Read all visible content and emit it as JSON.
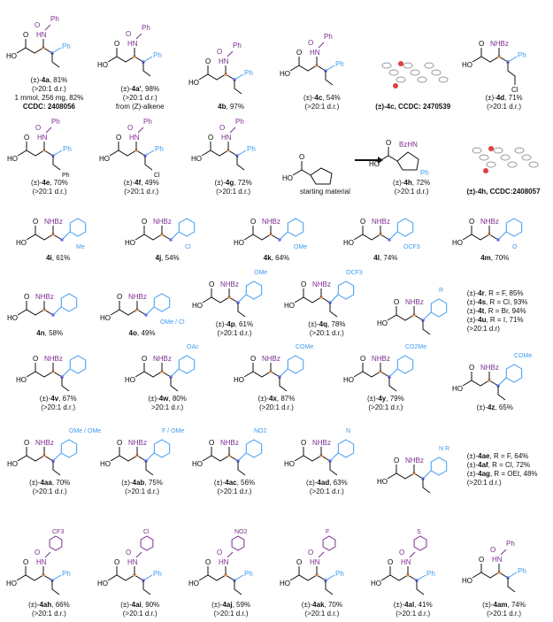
{
  "colors": {
    "acyl": "#7b2d8e",
    "aryl": "#3d9bf0",
    "bond": "#111111",
    "dot_n": "#f4a26b",
    "dot_c": "#7b68ee",
    "crystal": "#9a9a9a",
    "oxygen": "#e04040"
  },
  "atoms": {
    "ho": "HO",
    "o": "O",
    "nh": "HN",
    "nhbz": "NHBz",
    "ph": "Ph",
    "bzhn": "BzHN"
  },
  "rows": [
    [
      {
        "type": "amide",
        "acyl": "Ph",
        "arlabel": "Ph",
        "cap": [
          {
            "p": "(±)-",
            "b": "4a",
            "t": ", 81%"
          },
          {
            "t": "(>20:1 d.r.)"
          },
          {
            "t": "1 mmol, 256 mg, 82%"
          },
          {
            "b": "CCDC: 2408056"
          }
        ]
      },
      {
        "type": "amide",
        "acyl": "Ph",
        "arlabel": "Ph",
        "cap": [
          {
            "p": "(±)-",
            "b": "4a'",
            "t": ", 98%"
          },
          {
            "t": "(>20:1 d.r.)"
          },
          {
            "t": "from (Z)-alkene"
          }
        ]
      },
      {
        "type": "amide",
        "acyl": "Ph",
        "arlabel": "Ph",
        "cap": [
          {
            "b": "4b",
            "t": ", 97%"
          }
        ]
      },
      {
        "type": "amide",
        "acyl": "Ph",
        "arlabel": "Ph",
        "cap": [
          {
            "p": "(±)-",
            "b": "4c",
            "t": ", 54%"
          },
          {
            "t": "(>20:1 d.r.)"
          }
        ]
      },
      {
        "type": "crystal",
        "cap": [
          {
            "b": "(±)-4c, CCDC: 2470539"
          }
        ]
      },
      {
        "type": "nhbz",
        "arlabel": "Ph",
        "sub": "Cl",
        "cap": [
          {
            "p": "(±)-",
            "b": "4d",
            "t": ", 71%"
          },
          {
            "t": "(>20:1 d.r.)"
          }
        ]
      }
    ],
    [
      {
        "type": "amide",
        "acyl": "Ph",
        "arlabel": "Ph",
        "sub": "Ph",
        "cap": [
          {
            "p": "(±)-",
            "b": "4e",
            "t": ", 70%"
          },
          {
            "t": "(>20:1 d.r.)"
          }
        ]
      },
      {
        "type": "amide",
        "acyl": "Ph",
        "arlabel": "Ph",
        "sub": "Cl",
        "cap": [
          {
            "p": "(±)-",
            "b": "4f",
            "t": ", 49%"
          },
          {
            "t": "(>20:1 d.r.)"
          }
        ]
      },
      {
        "type": "amide",
        "acyl": "Ph",
        "arlabel": "Ph",
        "cap": [
          {
            "p": "(±)-",
            "b": "4g",
            "t": ", 72%"
          },
          {
            "t": "(>20:1 d.r.)"
          }
        ]
      },
      {
        "type": "sm",
        "cap": [
          {
            "t": "starting material"
          }
        ]
      },
      {
        "type": "cyclo",
        "arlabel": "Ph",
        "cap": [
          {
            "p": "(±)-",
            "b": "4h",
            "t": ", 72%"
          },
          {
            "t": "(>20:1 d.r.)"
          }
        ]
      },
      {
        "type": "crystal",
        "cap": [
          {
            "b": "(±)-4h, CCDC:2408057"
          }
        ]
      }
    ],
    [
      {
        "type": "nhbz",
        "sub": "Me",
        "cap": [
          {
            "b": "4i",
            "t": ", 61%"
          }
        ]
      },
      {
        "type": "nhbz",
        "sub": "Cl",
        "cap": [
          {
            "b": "4j",
            "t": ", 54%"
          }
        ]
      },
      {
        "type": "nhbz",
        "sub": "OMe",
        "cap": [
          {
            "b": "4k",
            "t": ", 64%"
          }
        ]
      },
      {
        "type": "nhbz",
        "sub": "OCF3",
        "cap": [
          {
            "b": "4l",
            "t": ", 74%"
          }
        ]
      },
      {
        "type": "nhbz",
        "sub": "O",
        "cap": [
          {
            "b": "4m",
            "t": ", 70%"
          }
        ]
      }
    ],
    [
      {
        "type": "nhbz",
        "sub": "",
        "cap": [
          {
            "b": "4n",
            "t": ", 58%"
          }
        ]
      },
      {
        "type": "nhbz",
        "sub": "OMe / Cl",
        "cap": [
          {
            "b": "4o",
            "t": ", 49%"
          }
        ]
      },
      {
        "type": "nhbz",
        "ethyl": true,
        "sub": "OMe",
        "cap": [
          {
            "p": "(±)-",
            "b": "4p",
            "t": ", 61%"
          },
          {
            "t": "(>20:1 d.r.)"
          }
        ]
      },
      {
        "type": "nhbz",
        "ethyl": true,
        "sub": "OCF3",
        "cap": [
          {
            "p": "(±)-",
            "b": "4q",
            "t": ", 78%"
          },
          {
            "t": "(>20:1 d.r.)"
          }
        ]
      },
      {
        "type": "nhbz",
        "ethyl": true,
        "sub": "R",
        "cap": [
          {
            "p": "(±)-",
            "b": "4r",
            "t": ", R = F, 85%"
          },
          {
            "p": "(±)-",
            "b": "4s",
            "t": ", R = Cl, 93%"
          },
          {
            "p": "(±)-",
            "b": "4t",
            "t": ", R = Br, 94%"
          },
          {
            "p": "(±)-",
            "b": "4u",
            "t": ", R = I, 71%"
          },
          {
            "t": "(>20:1 d.r)"
          }
        ]
      }
    ],
    [
      {
        "type": "nhbz",
        "ethyl": true,
        "sub": "",
        "cap": [
          {
            "p": "(±)-",
            "b": "4v",
            "t": ", 67%"
          },
          {
            "t": "(>20:1 d.r.)"
          }
        ]
      },
      {
        "type": "nhbz",
        "ethyl": true,
        "sub": "OAc",
        "cap": [
          {
            "p": "(±)-",
            "b": "4w",
            "t": ", 80%"
          },
          {
            "t": ">20:1 d.r.)"
          }
        ]
      },
      {
        "type": "nhbz",
        "ethyl": true,
        "sub": "COMe",
        "cap": [
          {
            "p": "(±)-",
            "b": "4x",
            "t": ", 87%"
          },
          {
            "t": "(>20:1 d.r.)"
          }
        ]
      },
      {
        "type": "nhbz",
        "ethyl": true,
        "sub": "CO2Me",
        "cap": [
          {
            "p": "(±)-",
            "b": "4y",
            "t": ", 79%"
          },
          {
            "t": "(>20:1 d.r.)"
          }
        ]
      },
      {
        "type": "nhbz",
        "ethyl": true,
        "sub": "COMe",
        "cap": [
          {
            "p": "(±)-",
            "b": "4z",
            "t": ", 65%"
          }
        ]
      }
    ],
    [
      {
        "type": "nhbz",
        "ethyl": true,
        "sub": "OMe / OMe",
        "cap": [
          {
            "p": "(±)-",
            "b": "4aa",
            "t": ", 70%"
          },
          {
            "t": "(>20:1 d.r.)"
          }
        ]
      },
      {
        "type": "nhbz",
        "ethyl": true,
        "sub": "F / OMe",
        "cap": [
          {
            "p": "(±)-",
            "b": "4ab",
            "t": ", 75%"
          },
          {
            "t": "(>20:1 d.r.)"
          }
        ]
      },
      {
        "type": "nhbz",
        "ethyl": true,
        "sub": "NO2",
        "cap": [
          {
            "p": "(±)-",
            "b": "4ac",
            "t": ", 56%"
          },
          {
            "t": "(>20:1 d.r.)"
          }
        ]
      },
      {
        "type": "nhbz",
        "ethyl": true,
        "sub": "N",
        "cap": [
          {
            "p": "(±)-",
            "b": "4ad",
            "t": ", 63%"
          },
          {
            "t": "(>20:1 d.r.)"
          }
        ]
      },
      {
        "type": "nhbz",
        "ethyl": true,
        "sub": "N   R",
        "cap": [
          {
            "p": "(±)-",
            "b": "4ae",
            "t": ", R = F, 64%"
          },
          {
            "p": "(±)-",
            "b": "4af",
            "t": ", R = Cl, 72%"
          },
          {
            "p": "(±)-",
            "b": "4ag",
            "t": ", R = OEt, 48%"
          },
          {
            "t": "(>20:1 d.r.)"
          }
        ]
      }
    ],
    [
      {
        "type": "amide",
        "acyl": "CF3",
        "arlabel": "Ph",
        "cap": [
          {
            "p": "(±)-",
            "b": "4ah",
            "t": ", 66%"
          },
          {
            "t": "(>20:1 d.r.)"
          }
        ]
      },
      {
        "type": "amide",
        "acyl": "Cl",
        "arlabel": "Ph",
        "cap": [
          {
            "p": "(±)-",
            "b": "4ai",
            "t": ", 90%"
          },
          {
            "t": "(>20:1 d.r.)"
          }
        ]
      },
      {
        "type": "amide",
        "acyl": "NO2",
        "arlabel": "Ph",
        "cap": [
          {
            "p": "(±)-",
            "b": "4aj",
            "t": ", 59%"
          },
          {
            "t": "(>20:1 d.r.)"
          }
        ]
      },
      {
        "type": "amide",
        "acyl": "F",
        "arlabel": "Ph",
        "cap": [
          {
            "p": "(±)-",
            "b": "4ak",
            "t": ", 70%"
          },
          {
            "t": "(>20:1 d.r.)"
          }
        ]
      },
      {
        "type": "amide",
        "acyl": "S",
        "arlabel": "Ph",
        "cap": [
          {
            "p": "(±)-",
            "b": "4al",
            "t": ", 41%"
          },
          {
            "t": "(>20:1 d.r.)"
          }
        ]
      },
      {
        "type": "amide",
        "acyl": "Ph",
        "arlabel": "Ph",
        "cap": [
          {
            "p": "(±)-",
            "b": "4am",
            "t": ", 74%"
          },
          {
            "t": "(>20:1 d.r.)"
          }
        ]
      }
    ]
  ]
}
